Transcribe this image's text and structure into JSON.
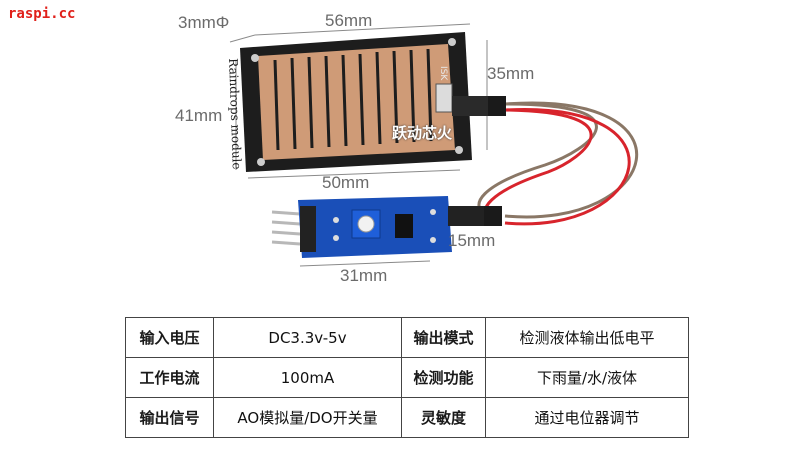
{
  "watermark": "raspi.cc",
  "dimensions": {
    "hole": "3mmΦ",
    "top_width": "56mm",
    "right_height": "35mm",
    "left_height": "41mm",
    "bottom_width": "50mm",
    "module_height": "15mm",
    "module_width": "31mm"
  },
  "sensor_board": {
    "label": "Raindrops module",
    "small_label": "ISK",
    "brand": "跃动芯火"
  },
  "colors": {
    "pcb": "#1d1d1d",
    "copper": "#d9a27c",
    "module_pcb": "#1a4fb8",
    "wire_red": "#d8242c"
  },
  "spec_table": [
    {
      "key1": "输入电压",
      "val1": "DC3.3v-5v",
      "key2": "输出模式",
      "val2": "检测液体输出低电平"
    },
    {
      "key1": "工作电流",
      "val1": "100mA",
      "key2": "检测功能",
      "val2": "下雨量/水/液体"
    },
    {
      "key1": "输出信号",
      "val1": "AO模拟量/DO开关量",
      "key2": "灵敏度",
      "val2": "通过电位器调节"
    }
  ]
}
